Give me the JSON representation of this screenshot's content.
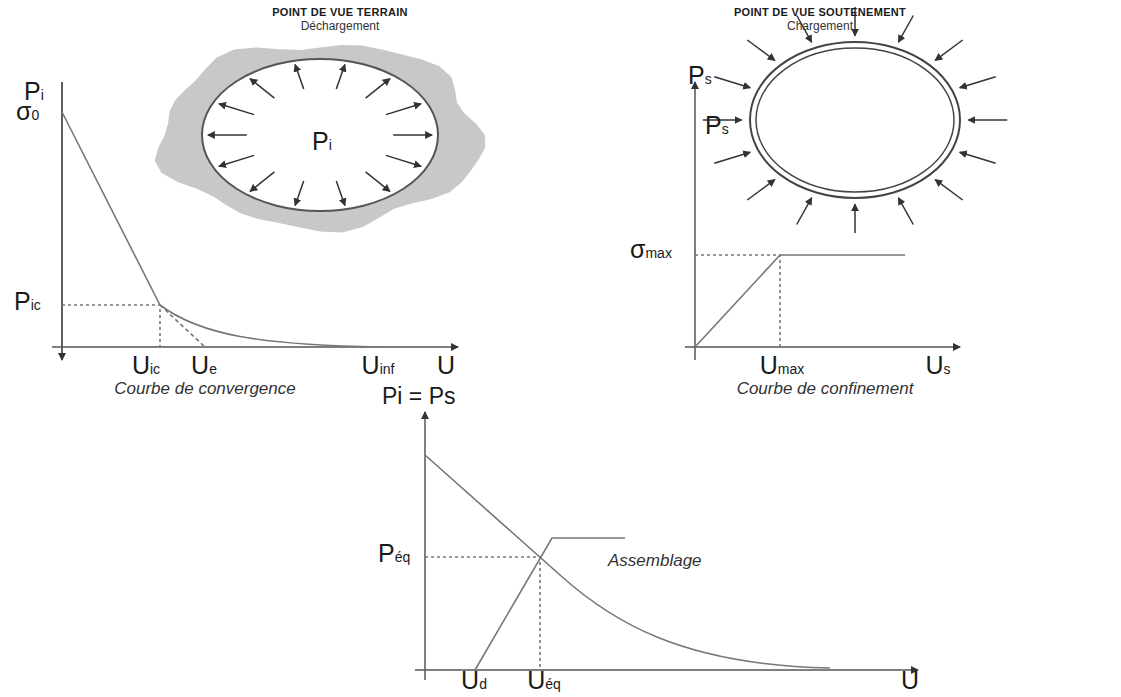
{
  "diagram": {
    "labels": [
      "POINT DE VUE TERRAIN",
      "Déchargement",
      "POINT DE VUE SOUTENEMENT",
      "Chargement",
      "Pi",
      "Pi",
      "σ0",
      "Pic",
      "Uic",
      "Ue",
      "Uinf",
      "U",
      "Courbe de convergence",
      "Ps",
      "Ps",
      "σmax",
      "Umax",
      "Us",
      "Courbe de confinement",
      "Pi = Ps",
      "Péq",
      "Assemblage",
      "Ud",
      "Uéq",
      "U"
    ]
  }
}
